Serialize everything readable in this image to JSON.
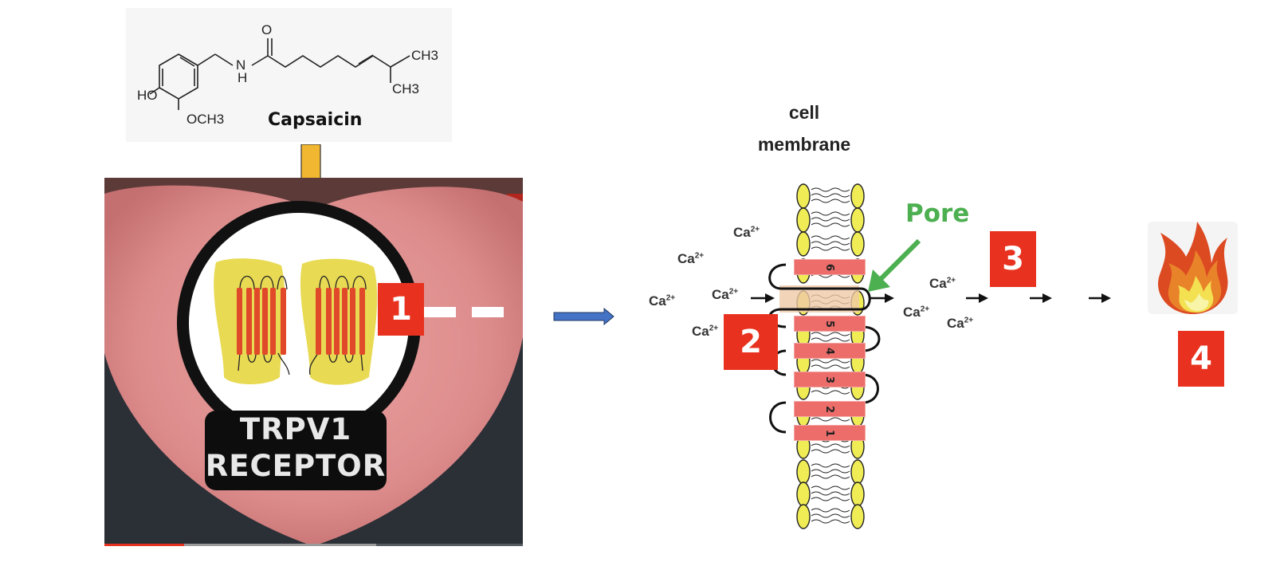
{
  "capsaicin": {
    "name": "Capsaicin",
    "atoms": {
      "ho": "HO",
      "och3": "OCH3",
      "n": "N",
      "h": "H",
      "o": "O",
      "ch3_top": "CH3",
      "ch3_bottom": "CH3"
    },
    "arrow_color": "#f2b731"
  },
  "receptor": {
    "line1": "TRPV1",
    "line2": "RECEPTOR",
    "protein_color": "#e8d84a",
    "helix_color": "#e0492a"
  },
  "video": {
    "played_fraction": 0.19,
    "buffered_fraction": 0.65
  },
  "steps": {
    "step1": "1",
    "step2": "2",
    "step3": "3",
    "step4": "4",
    "badge_color": "#e8321f"
  },
  "membrane": {
    "title_line1": "cell",
    "title_line2": "membrane",
    "segments": [
      "6",
      "5",
      "4",
      "3",
      "2",
      "1"
    ],
    "pore_label": "Pore",
    "pore_color": "#4caf50"
  },
  "ions": {
    "label": "Ca",
    "charge": "2+",
    "outside_count": 5,
    "inside_count": 3
  },
  "flow_arrow_color": "#4472c4",
  "result": {
    "icon": "fire-icon"
  }
}
